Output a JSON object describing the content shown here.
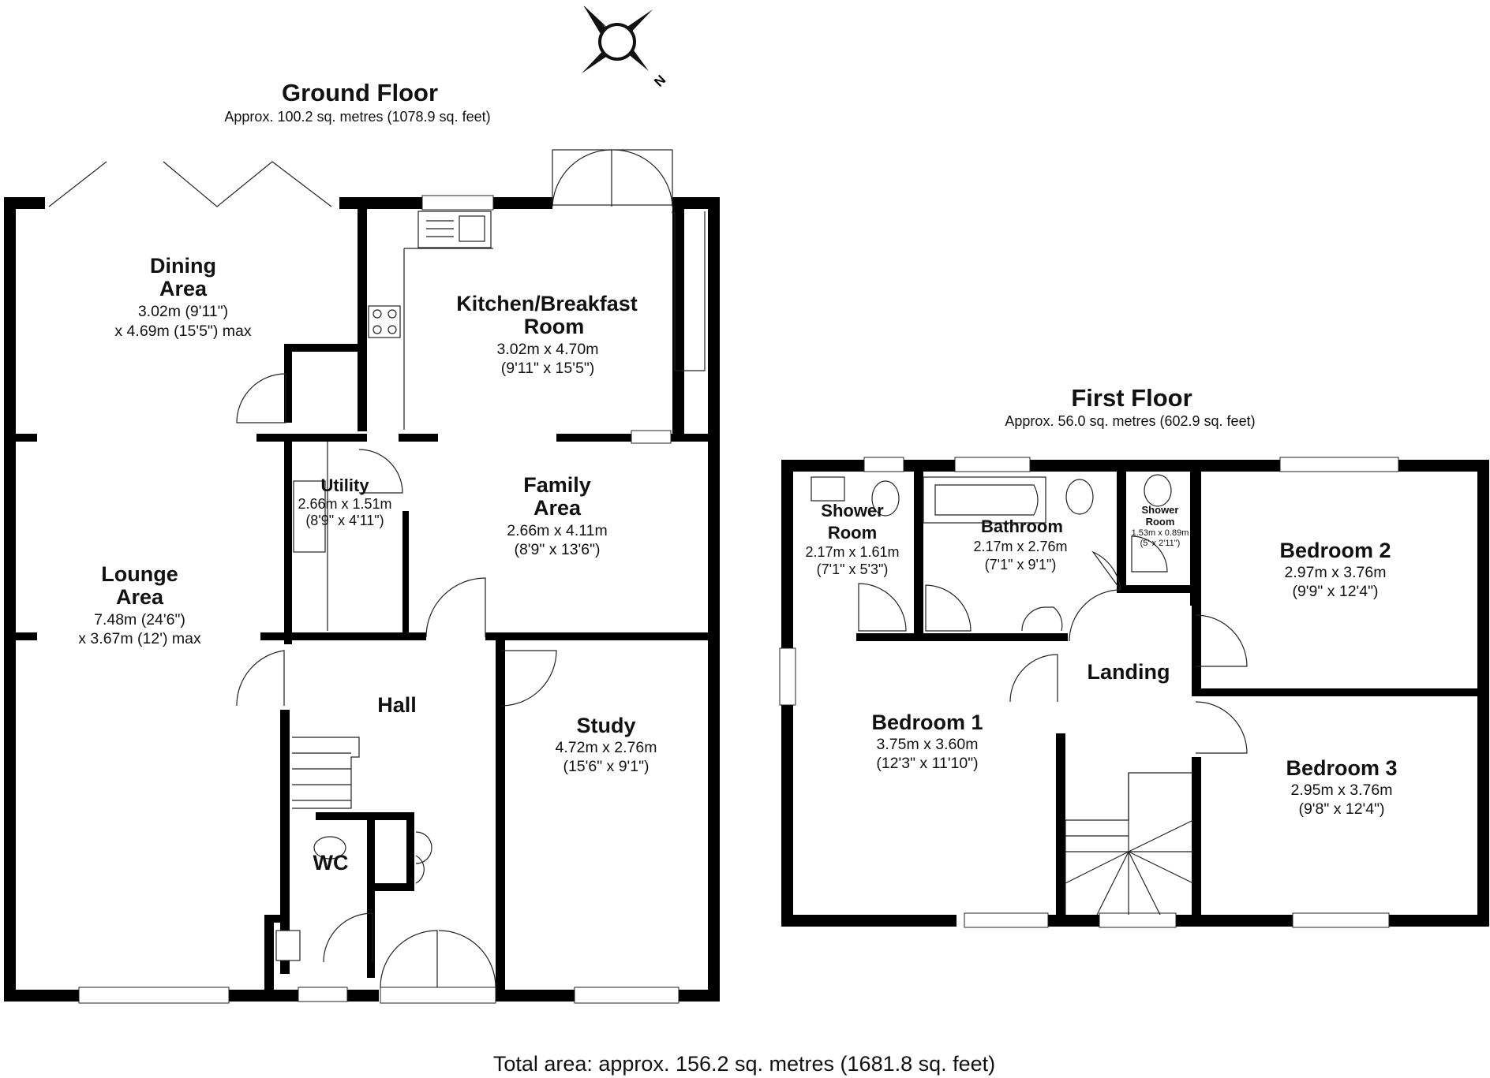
{
  "compass": {
    "icon": "compass-icon",
    "north_label": "N"
  },
  "ground_floor": {
    "title": "Ground Floor",
    "area": "Approx. 100.2 sq. metres (1078.9 sq. feet)",
    "rooms": {
      "dining": {
        "name_1": "Dining",
        "name_2": "Area",
        "dim_1": "3.02m (9'11\")",
        "dim_2": "x 4.69m (15'5\") max"
      },
      "kitchen": {
        "name_1": "Kitchen/Breakfast",
        "name_2": "Room",
        "dim_1": "3.02m x 4.70m",
        "dim_2": "(9'11\" x 15'5\")"
      },
      "utility": {
        "name": "Utility",
        "dim_1": "2.66m x 1.51m",
        "dim_2": "(8'9\" x 4'11\")"
      },
      "family": {
        "name_1": "Family",
        "name_2": "Area",
        "dim_1": "2.66m x 4.11m",
        "dim_2": "(8'9\" x 13'6\")"
      },
      "lounge": {
        "name_1": "Lounge",
        "name_2": "Area",
        "dim_1": "7.48m (24'6\")",
        "dim_2": "x 3.67m (12') max"
      },
      "hall": {
        "name": "Hall"
      },
      "study": {
        "name": "Study",
        "dim_1": "4.72m x 2.76m",
        "dim_2": "(15'6\" x 9'1\")"
      },
      "wc": {
        "name": "WC"
      }
    }
  },
  "first_floor": {
    "title": "First Floor",
    "area": "Approx. 56.0 sq. metres (602.9 sq. feet)",
    "rooms": {
      "shower_room": {
        "name_1": "Shower",
        "name_2": "Room",
        "dim_1": "2.17m x 1.61m",
        "dim_2": "(7'1\" x 5'3\")"
      },
      "bathroom": {
        "name": "Bathroom",
        "dim_1": "2.17m x 2.76m",
        "dim_2": "(7'1\" x 9'1\")"
      },
      "ensuite_shower": {
        "name_1": "Shower",
        "name_2": "Room",
        "dim_1": "1.53m x 0.89m",
        "dim_2": "(5' x 2'11\")"
      },
      "bedroom_2": {
        "name": "Bedroom 2",
        "dim_1": "2.97m x 3.76m",
        "dim_2": "(9'9\" x 12'4\")"
      },
      "landing": {
        "name": "Landing"
      },
      "bedroom_1": {
        "name": "Bedroom 1",
        "dim_1": "3.75m x 3.60m",
        "dim_2": "(12'3\" x 11'10\")"
      },
      "bedroom_3": {
        "name": "Bedroom 3",
        "dim_1": "2.95m x 3.76m",
        "dim_2": "(9'8\" x 12'4\")"
      }
    }
  },
  "total_area": "Total area: approx. 156.2 sq. metres (1681.8 sq. feet)"
}
